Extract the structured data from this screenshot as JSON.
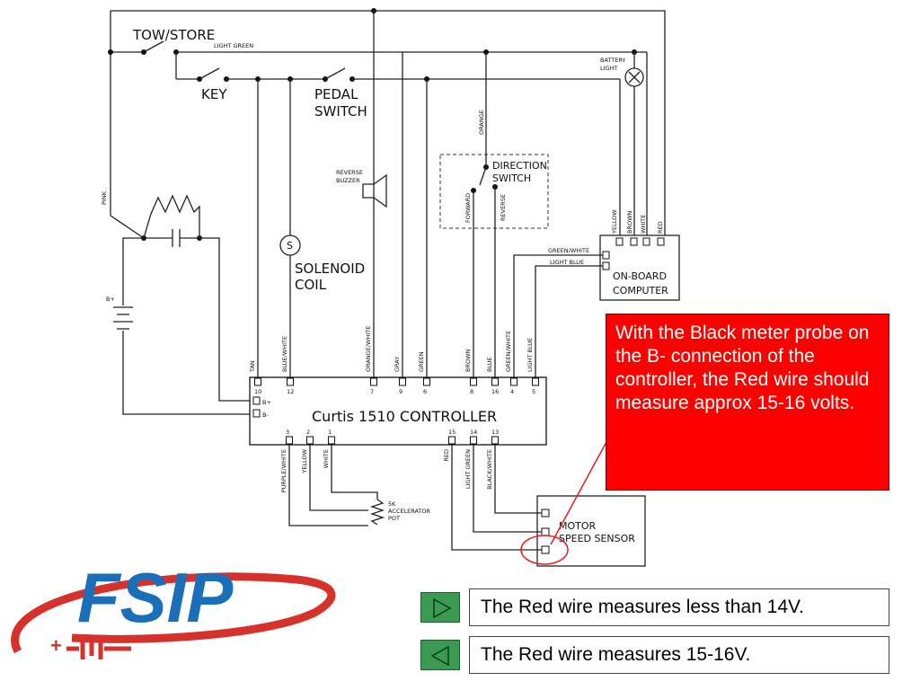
{
  "diagram": {
    "labels": {
      "tow_store": "TOW/STORE",
      "light_green_top": "LIGHT GREEN",
      "key": "KEY",
      "pedal_switch_1": "PEDAL",
      "pedal_switch_2": "SWITCH",
      "battery_light_1": "BATTERY",
      "battery_light_2": "LIGHT",
      "pink": "PINK",
      "b_plus": "B+",
      "reverse_buzzer_1": "REVERSE",
      "reverse_buzzer_2": "BUZZER",
      "solenoid_s": "S",
      "solenoid_coil_1": "SOLENOID",
      "solenoid_coil_2": "COIL",
      "orange": "ORANGE",
      "direction_switch_1": "DIRECTION",
      "direction_switch_2": "SWITCH",
      "forward": "FORWARD",
      "reverse": "REVERSE",
      "obc_yellow": "YELLOW",
      "obc_brown": "BROWN",
      "obc_white": "WHITE",
      "obc_red": "RED",
      "green_white_h": "GREEN/WHITE",
      "light_blue_h": "LIGHT BLUE",
      "on_board_1": "ON-BOARD",
      "on_board_2": "COMPUTER",
      "controller": "Curtis  1510  CONTROLLER",
      "ctrl_b_plus": "B+",
      "ctrl_b_minus": "B-",
      "accel_1": "5K",
      "accel_2": "ACCELERATOR",
      "accel_3": "POT",
      "motor_1": "MOTOR",
      "motor_2": "SPEED  SENSOR"
    },
    "top_pins": [
      {
        "num": "10",
        "wire": "TAN"
      },
      {
        "num": "12",
        "wire": "BLUE/WHITE"
      },
      {
        "num": "7",
        "wire": "ORANGE/WHITE"
      },
      {
        "num": "9",
        "wire": "GRAY"
      },
      {
        "num": "6",
        "wire": "GREEN"
      },
      {
        "num": "8",
        "wire": "BROWN"
      },
      {
        "num": "16",
        "wire": "BLUE"
      },
      {
        "num": "4",
        "wire": "GREEN/WHITE"
      },
      {
        "num": "5",
        "wire": "LIGHT BLUE"
      }
    ],
    "bottom_pins": [
      {
        "num": "3",
        "wire": "PURPLE/WHITE"
      },
      {
        "num": "2",
        "wire": "YELLOW"
      },
      {
        "num": "1",
        "wire": "WHITE"
      },
      {
        "num": "15",
        "wire": "RED"
      },
      {
        "num": "14",
        "wire": "LIGHT GREEN"
      },
      {
        "num": "13",
        "wire": "BLACK/WHITE"
      }
    ]
  },
  "callout": {
    "text": "With the Black meter probe on the B- connection of the controller, the Red wire should measure approx 15-16 volts."
  },
  "options": [
    {
      "label": "The Red wire measures less than 14V.",
      "icon": "play-right-icon"
    },
    {
      "label": "The Red wire measures 15-16V.",
      "icon": "play-left-icon"
    }
  ],
  "logo": {
    "text": "FSIP",
    "plus": "+",
    "minus": "-"
  },
  "colors": {
    "callout_bg": "#ff0000",
    "button_green": "#3a9a52",
    "logo_blue": "#1a6fb8",
    "logo_red": "#d6312b"
  }
}
